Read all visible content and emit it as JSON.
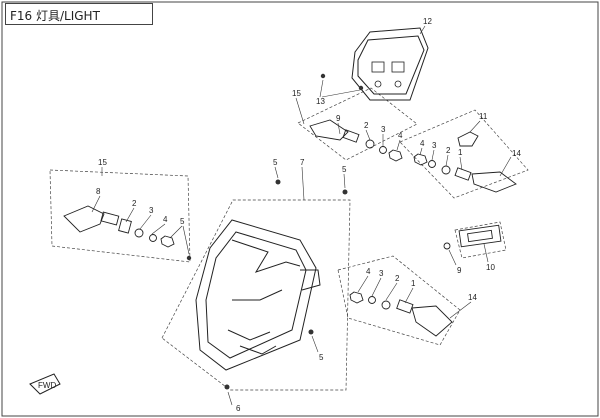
{
  "title": "F16  灯具/LIGHT",
  "callouts": {
    "c1_rear_right": "1",
    "c1_front_right": "1",
    "c2_front_left": "2",
    "c2_rear_left": "2",
    "c2_rear_right": "2",
    "c2_front_right": "2",
    "c3_front_left": "3",
    "c3_rear_left": "3",
    "c3_rear_right": "3",
    "c3_front_right": "3",
    "c4_front_left": "4",
    "c4_rear_left": "4",
    "c4_rear_right": "4",
    "c4_front_right": "4",
    "c5_top": "5",
    "c5_right": "5",
    "c5_left": "5",
    "c5_bottom": "5",
    "c6": "6",
    "c7": "7",
    "c8_front_left": "8",
    "c9_rear_left": "9",
    "c9_plate": "9",
    "c10": "10",
    "c11": "11",
    "c12": "12",
    "c13": "13",
    "c14_rear_right": "14",
    "c14_front_right": "14",
    "c15_rear_left": "15",
    "c15_front_left": "15"
  },
  "fwd_arrow": "FWD"
}
